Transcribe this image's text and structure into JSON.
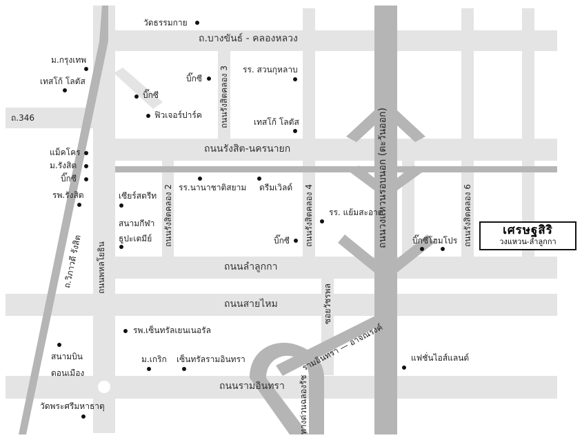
{
  "roads": {
    "bangkhan_khlongluang": "ถ.บางขันธ์ - คลองหลวง",
    "rangsit_nakhonnayok": "ถนนรังสิต-นครนายก",
    "lamlukka": "ถนนลำลูกกา",
    "saimai": "ถนนสายไหม",
    "ramintra": "ถนนรามอินทรา",
    "ramintra_atnarong": "รามอินทรา — อาจณรงค์",
    "road_346": "ถ.346",
    "rangsit_khlong2": "ถนนรังสิตคลอง 2",
    "rangsit_khlong3": "ถนนรังสิตคลอง 3",
    "rangsit_khlong4": "ถนนรังสิตคลอง 4",
    "rangsit_khlong6": "ถนนรังสิตคลอง 6",
    "kanchanaphisek": "ถนนวงแหวนรอบนอก (ตะวันออก)",
    "phahonyothin": "ถนนพหลโยธิน",
    "viphavadi": "ถ.วิภาวดี รังสิต",
    "soi_yothaphon": "ซอยวัชรพล",
    "tangduan_chalong_rat": "ทางด่วนฉลองรัช"
  },
  "places": {
    "wat_thammakai": "วัดธรรมกาย",
    "bangkok_univ": "ม.กรุงเทพ",
    "tesco_lotus_1": "เทสโก้ โลตัส",
    "bigc_1": "บิ๊กซี",
    "bigc_2": "บิ๊กซี",
    "future_park": "ฟิวเจอร์ปาร์ค",
    "suankularb": "รร. สวนกุหลาบ",
    "tesco_lotus_2": "เทสโก้ โลตัส",
    "makro": "แม็คโคร",
    "rangsit_univ": "ม.รังสิต",
    "bigc_3": "บิ๊กซี",
    "rangsit_hospital": "รพ.รังสิต",
    "nanachat_siam": "รร.นานาชาติสยาม",
    "dream_world": "ดรีมเวิลด์",
    "sears_street": "เซียร์สตรีท",
    "thupatemi_1": "สนามกีฬา",
    "thupatemi_2": "ธูปะเตมีย์",
    "yamsa_ad": "รร. แย้มสะอาด",
    "bigc_4": "บิ๊กซี",
    "bigc_home_pro": "บิ๊กซีโฮมโปร",
    "central_general": "รพ.เซ็นทรัลเยนเนอรัล",
    "don_mueang_1": "สนามบิน",
    "don_mueang_2": "ดอนเมือง",
    "m_kasem": "ม.เกริก",
    "central_ramintra": "เซ็นทรัลรามอินทรา",
    "fashion_island": "แฟชั่นไอส์แลนด์",
    "wat_phra_sri": "วัดพระศรีมหาธาตุ"
  },
  "logo": {
    "title": "เศรษฐสิริ",
    "subtitle": "วงแหวน-ลำลูกกา"
  },
  "colors": {
    "road_light": "#e4e4e4",
    "road_dark": "#b5b5b5",
    "border": "#111111"
  }
}
